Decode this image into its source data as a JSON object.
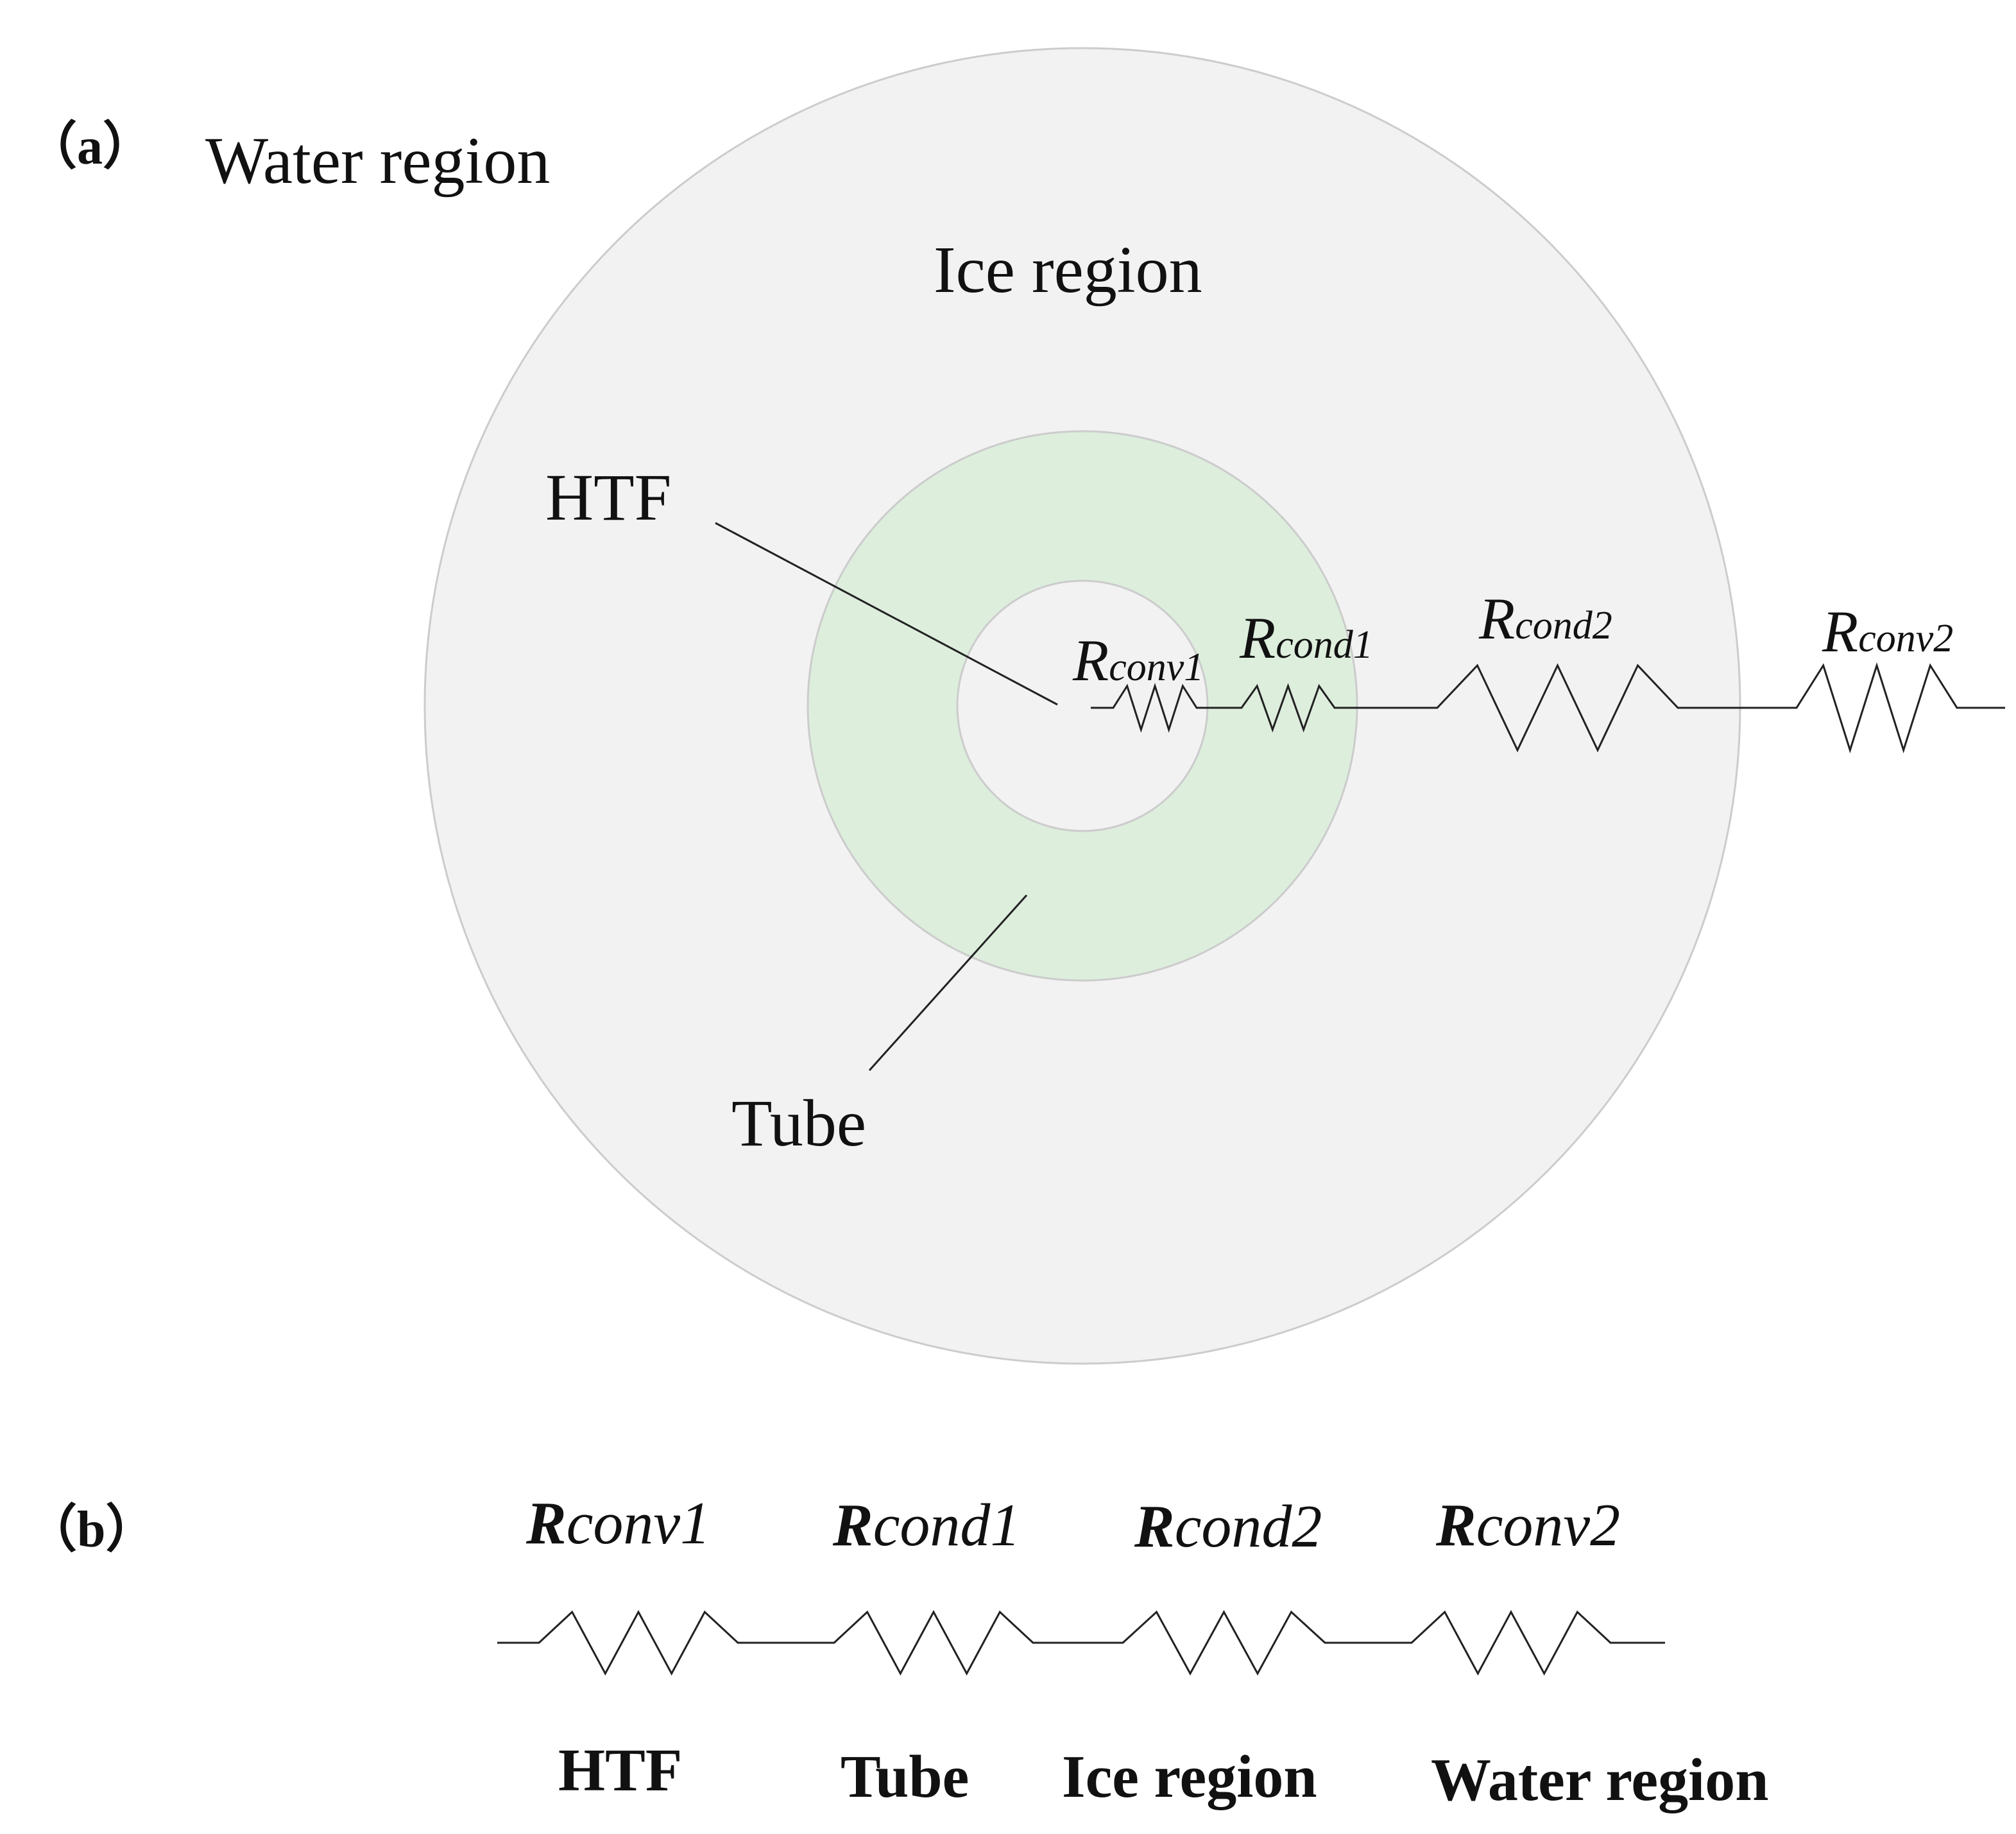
{
  "panel_a": {
    "tag": "（a）",
    "water_label": "Water region",
    "ice_label": "Ice region",
    "htf_label": "HTF",
    "tube_label": "Tube",
    "resistors": [
      {
        "r": "R",
        "sub": "conv1"
      },
      {
        "r": "R",
        "sub": "cond1"
      },
      {
        "r": "R",
        "sub": "cond2"
      },
      {
        "r": "R",
        "sub": "conv2"
      }
    ]
  },
  "panel_b": {
    "tag": "（b）",
    "resistors": [
      {
        "r": "R",
        "rest": "conv1",
        "region": "HTF"
      },
      {
        "r": "R",
        "rest": "cond1",
        "region": "Tube"
      },
      {
        "r": "R",
        "rest": "cond2",
        "region": "Ice region"
      },
      {
        "r": "R",
        "rest": "conv2",
        "region": "Water region"
      }
    ]
  },
  "colors": {
    "ice_fill": "#f2f2f2",
    "tube_fill": "#ddeedd",
    "htf_fill": "#f2f2f2",
    "circle_stroke": "#cccccc",
    "line": "#222222"
  }
}
